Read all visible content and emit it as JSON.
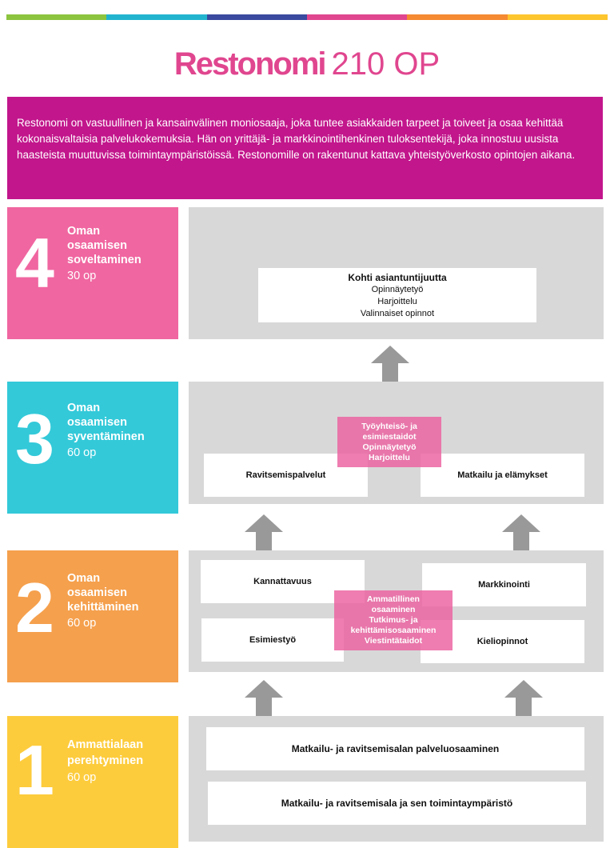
{
  "colors": {
    "green": "#8cc43f",
    "cyan": "#22b4cf",
    "purple": "#3a4a9f",
    "magenta": "#e0468f",
    "orange": "#f58a32",
    "yellow": "#fdc52e",
    "intro_bg": "#c2168c",
    "level4": "#f066a0",
    "level3": "#33c9d9",
    "level2": "#f5a04d",
    "level1": "#fdcc3d",
    "panel": "#d8d8d8",
    "arrow": "#999999"
  },
  "title": {
    "main": "Restonomi",
    "sub": "210 OP"
  },
  "intro": "Restonomi on vastuullinen ja kansainvälinen moniosaaja, joka tuntee asiakkaiden tarpeet ja toiveet ja osaa kehittää kokonaisvaltaisia palvelukokemuksia. Hän on yrittäjä- ja markkinointihenkinen tuloksentekijä, joka innostuu uusista haasteista muuttuvissa toimintaympäristöissä. Restonomille on rakentunut kattava yhteistyöverkosto opintojen aikana.",
  "levels": {
    "l4": {
      "number": "4",
      "line1": "Oman",
      "line2": "osaamisen",
      "line3": "soveltaminen",
      "credits": "30 op"
    },
    "l3": {
      "number": "3",
      "line1": "Oman",
      "line2": "osaamisen",
      "line3": "syventäminen",
      "credits": "60 op"
    },
    "l2": {
      "number": "2",
      "line1": "Oman",
      "line2": "osaamisen",
      "line3": "kehittäminen",
      "credits": "60 op"
    },
    "l1": {
      "number": "1",
      "line1": "Ammattialaan",
      "line2": "perehtyminen",
      "credits": "60 op"
    }
  },
  "panel4": {
    "heading": "Kohti asiantuntijuutta",
    "items": [
      "Opinnäytetyö",
      "Harjoittelu",
      "Valinnaiset opinnot"
    ]
  },
  "panel3": {
    "left": "Ravitsemispalvelut",
    "right": "Matkailu ja elämykset",
    "overlay": [
      "Työyhteisö- ja",
      "esimiestaidot",
      "Opinnäytetyö",
      "Harjoittelu"
    ]
  },
  "panel2": {
    "top_left": "Kannattavuus",
    "top_right": "Markkinointi",
    "bottom_left": "Esimiestyö",
    "bottom_right": "Kieliopinnot",
    "overlay": [
      "Ammatillinen",
      "osaaminen",
      "Tutkimus- ja",
      "kehittämisosaaminen",
      "Viestintätaidot"
    ]
  },
  "panel1": {
    "top": "Matkailu- ja ravitsemisalan palveluosaaminen",
    "bottom": "Matkailu- ja ravitsemisala ja sen toimintaympäristö"
  },
  "arrows": [
    "arrow-up-icon",
    "arrow-up-icon",
    "arrow-up-icon",
    "arrow-up-icon",
    "arrow-up-icon"
  ]
}
